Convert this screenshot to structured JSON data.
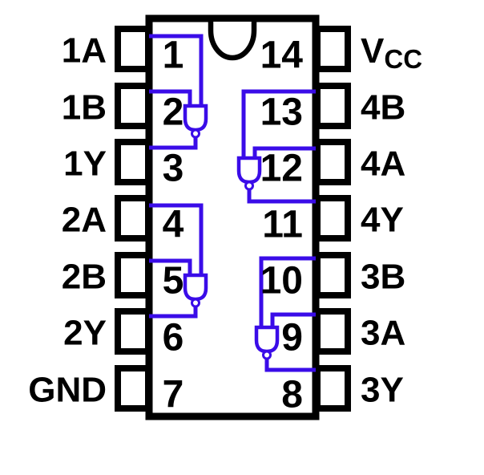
{
  "colors": {
    "wire": "#3a0ce8",
    "outline": "#000000",
    "background": "#ffffff"
  },
  "chip": {
    "package": "14-pin DIP",
    "left_pins": [
      {
        "number": "1",
        "label": "1A"
      },
      {
        "number": "2",
        "label": "1B"
      },
      {
        "number": "3",
        "label": "1Y"
      },
      {
        "number": "4",
        "label": "2A"
      },
      {
        "number": "5",
        "label": "2B"
      },
      {
        "number": "6",
        "label": "2Y"
      },
      {
        "number": "7",
        "label": "GND"
      }
    ],
    "right_pins": [
      {
        "number": "14",
        "label_main": "V",
        "label_sub": "CC"
      },
      {
        "number": "13",
        "label": "4B"
      },
      {
        "number": "12",
        "label": "4A"
      },
      {
        "number": "11",
        "label": "4Y"
      },
      {
        "number": "10",
        "label": "3B"
      },
      {
        "number": "9",
        "label": "3A"
      },
      {
        "number": "8",
        "label": "3Y"
      }
    ],
    "gates": [
      {
        "name": "gate-1",
        "inputs": [
          "1",
          "2"
        ],
        "output": "3"
      },
      {
        "name": "gate-2",
        "inputs": [
          "4",
          "5"
        ],
        "output": "6"
      },
      {
        "name": "gate-3",
        "inputs": [
          "10",
          "9"
        ],
        "output": "8"
      },
      {
        "name": "gate-4",
        "inputs": [
          "13",
          "12"
        ],
        "output": "11"
      }
    ]
  }
}
